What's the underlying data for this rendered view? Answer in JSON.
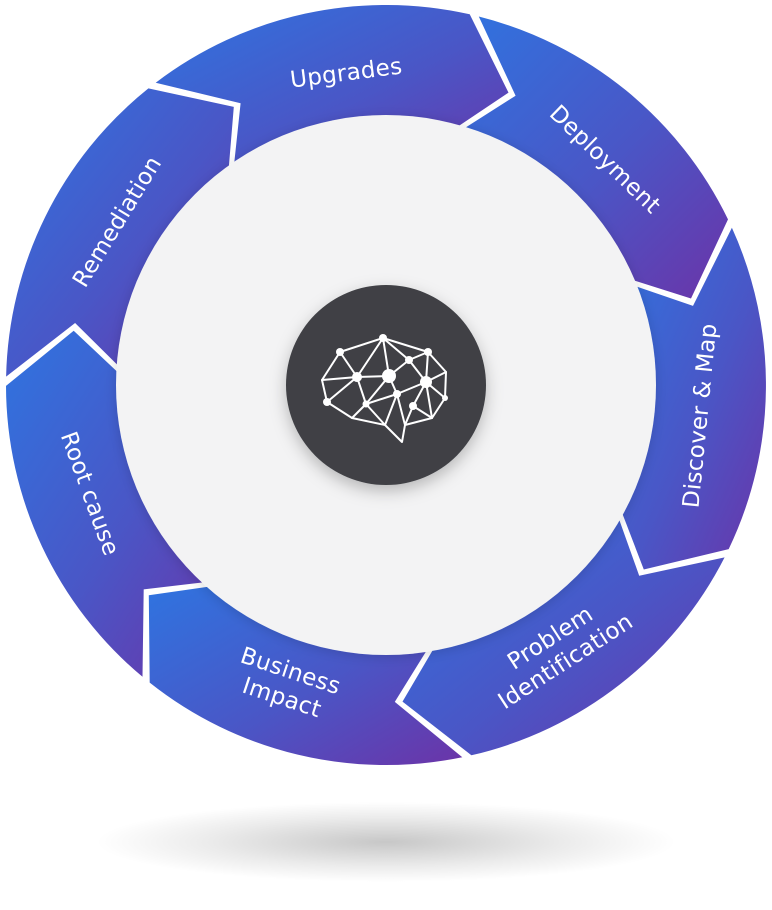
{
  "diagram": {
    "center_icon": "brain-network-icon",
    "colors": {
      "gradient_start": "#2f74e0",
      "gradient_mid": "#4a56c6",
      "gradient_end": "#6b34a8",
      "inner_disc": "#f3f3f4",
      "hub": "#3f4145",
      "divider": "#ffffff"
    },
    "segments": [
      {
        "id": "upgrades",
        "lines": [
          "Upgrades"
        ]
      },
      {
        "id": "deployment",
        "lines": [
          "Deployment"
        ]
      },
      {
        "id": "discover-map",
        "lines": [
          "Discover & Map"
        ]
      },
      {
        "id": "problem-identification",
        "lines": [
          "Problem",
          "Identification"
        ]
      },
      {
        "id": "business-impact",
        "lines": [
          "Business",
          "Impact"
        ]
      },
      {
        "id": "root-cause",
        "lines": [
          "Root cause"
        ]
      },
      {
        "id": "remediation",
        "lines": [
          "Remediation"
        ]
      }
    ]
  }
}
